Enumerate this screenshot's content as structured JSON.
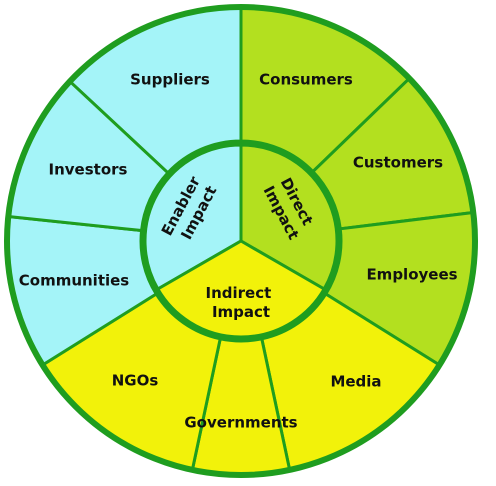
{
  "colors": {
    "cyan": "#a4f4f8",
    "green": "#b3e01f",
    "yellow": "#f2f20a",
    "border": "#1f9d1f",
    "text": "#111111"
  },
  "diagram": {
    "outer_segments": [
      {
        "id": "suppliers",
        "label": "Suppliers",
        "group": "enabler"
      },
      {
        "id": "consumers",
        "label": "Consumers",
        "group": "direct"
      },
      {
        "id": "customers",
        "label": "Customers",
        "group": "direct"
      },
      {
        "id": "employees",
        "label": "Employees",
        "group": "direct"
      },
      {
        "id": "media",
        "label": "Media",
        "group": "indirect"
      },
      {
        "id": "governments",
        "label": "Governments",
        "group": "indirect"
      },
      {
        "id": "ngos",
        "label": "NGOs",
        "group": "indirect"
      },
      {
        "id": "communities",
        "label": "Communities",
        "group": "enabler"
      },
      {
        "id": "investors",
        "label": "Investors",
        "group": "enabler"
      }
    ],
    "core_segments": [
      {
        "id": "enabler",
        "line1": "Enabler",
        "line2": "Impact"
      },
      {
        "id": "direct",
        "line1": "Direct",
        "line2": "Impact"
      },
      {
        "id": "indirect",
        "line1": "Indirect",
        "line2": "Impact"
      }
    ]
  }
}
